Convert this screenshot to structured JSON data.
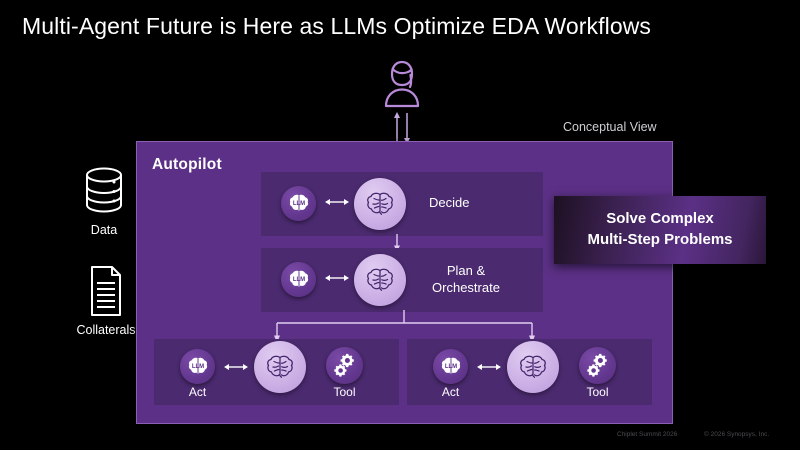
{
  "slide": {
    "title": "Multi-Agent Future is Here as LLMs Optimize EDA Workflows",
    "conceptual_view_label": "Conceptual View"
  },
  "colors": {
    "background": "#000000",
    "panel_outer": "#5b3086",
    "panel_inner": "#4b2a6f",
    "panel_border": "#8a5fb5",
    "llm_circle": "#63378f",
    "brain_circle": "#cdb1e6",
    "accent_light": "#c9a9e2",
    "text_primary": "#ffffff",
    "text_muted": "#cfcfd4",
    "footer_text": "#4d4d52"
  },
  "user": {
    "icon": "person-icon",
    "arrows_icon": "up-down-arrows-icon"
  },
  "sources": [
    {
      "label": "Data",
      "icon": "database-icon",
      "arrow_icon": "arrow-right-icon"
    },
    {
      "label": "Collaterals",
      "icon": "document-icon",
      "arrow_icon": "arrow-right-icon"
    }
  ],
  "autopilot": {
    "label": "Autopilot",
    "stages": [
      {
        "label": "Decide",
        "llm_badge": "LLM",
        "llm_icon": "llm-brain-icon",
        "link_icon": "double-arrow-icon",
        "agent_icon": "brain-icon"
      },
      {
        "label": "Plan &\nOrchestrate",
        "llm_badge": "LLM",
        "llm_icon": "llm-brain-icon",
        "link_icon": "double-arrow-icon",
        "agent_icon": "brain-icon"
      }
    ],
    "workers": [
      {
        "act_label": "Act",
        "tool_label": "Tool",
        "llm_badge": "LLM",
        "llm_icon": "llm-brain-icon",
        "link_icon": "double-arrow-icon",
        "agent_icon": "brain-icon",
        "tool_icon": "gears-icon"
      },
      {
        "act_label": "Act",
        "tool_label": "Tool",
        "llm_badge": "LLM",
        "llm_icon": "llm-brain-icon",
        "link_icon": "double-arrow-icon",
        "agent_icon": "brain-icon",
        "tool_icon": "gears-icon"
      }
    ],
    "connectors": {
      "decide_to_plan_icon": "down-arrow-icon",
      "plan_to_workers_icon": "branch-down-arrows-icon"
    }
  },
  "callout": {
    "line1": "Solve Complex",
    "line2": "Multi-Step Problems"
  },
  "footer": {
    "event": "Chiplet Summit 2026",
    "copyright": "© 2026 Synopsys, Inc."
  }
}
